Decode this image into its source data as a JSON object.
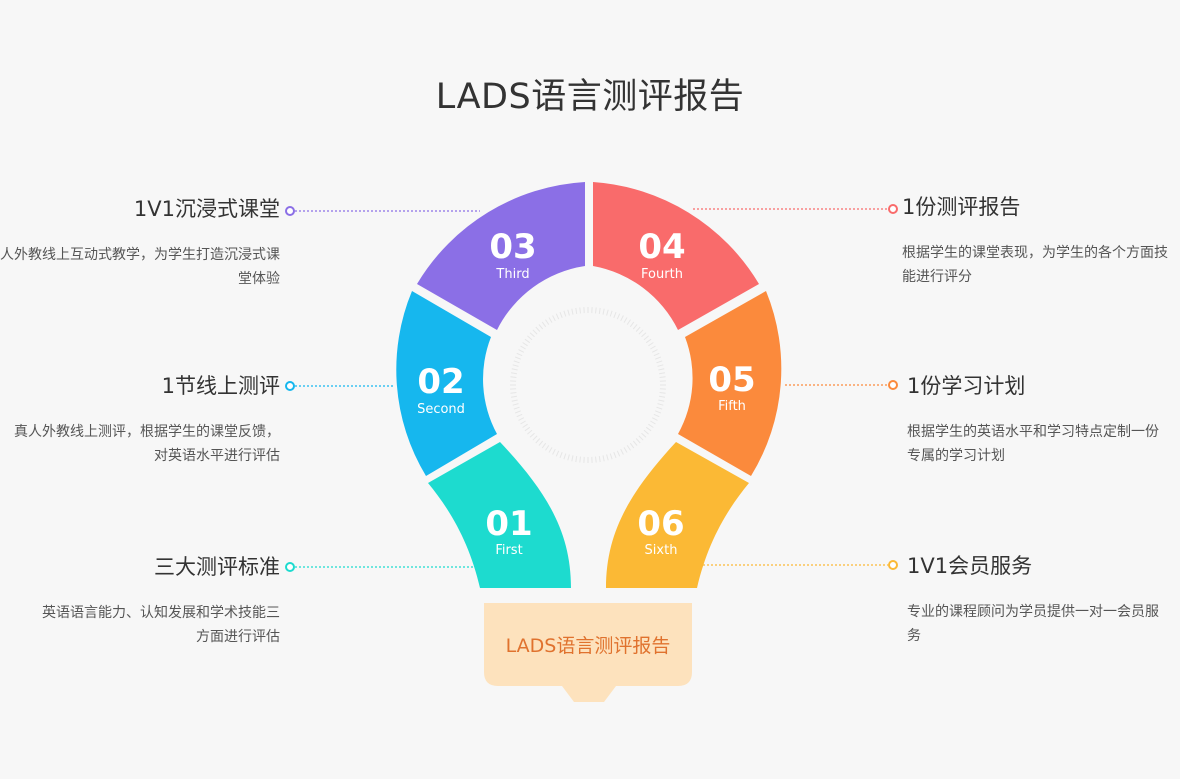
{
  "title": "LADS语言测评报告",
  "base_label": "LADS语言测评报告",
  "segments": [
    {
      "num": "01",
      "label": "First",
      "color": "#1ddbcf"
    },
    {
      "num": "02",
      "label": "Second",
      "color": "#16b7ee"
    },
    {
      "num": "03",
      "label": "Third",
      "color": "#8b6fe6"
    },
    {
      "num": "04",
      "label": "Fourth",
      "color": "#f96b6b"
    },
    {
      "num": "05",
      "label": "Fifth",
      "color": "#fb8a3c"
    },
    {
      "num": "06",
      "label": "Sixth",
      "color": "#fbb935"
    }
  ],
  "left_items": [
    {
      "title": "1V1沉浸式课堂",
      "desc": "真人外教线上互动式教学，为学生打造沉浸式课堂体验",
      "dot_color": "#8b6fe6"
    },
    {
      "title": "1节线上测评",
      "desc": "真人外教线上测评，根据学生的课堂反馈，对英语水平进行评估",
      "dot_color": "#16b7ee"
    },
    {
      "title": "三大测评标准",
      "desc": "英语语言能力、认知发展和学术技能三方面进行评估",
      "dot_color": "#1ddbcf"
    }
  ],
  "right_items": [
    {
      "title": "1份测评报告",
      "desc": "根据学生的课堂表现，为学生的各个方面技能进行评分",
      "dot_color": "#f96b6b"
    },
    {
      "title": "1份学习计划",
      "desc": "根据学生的英语水平和学习特点定制一份专属的学习计划",
      "dot_color": "#fb8a3c"
    },
    {
      "title": "1V1会员服务",
      "desc": "专业的课程顾问为学员提供一对一会员服务",
      "dot_color": "#fbb935"
    }
  ]
}
